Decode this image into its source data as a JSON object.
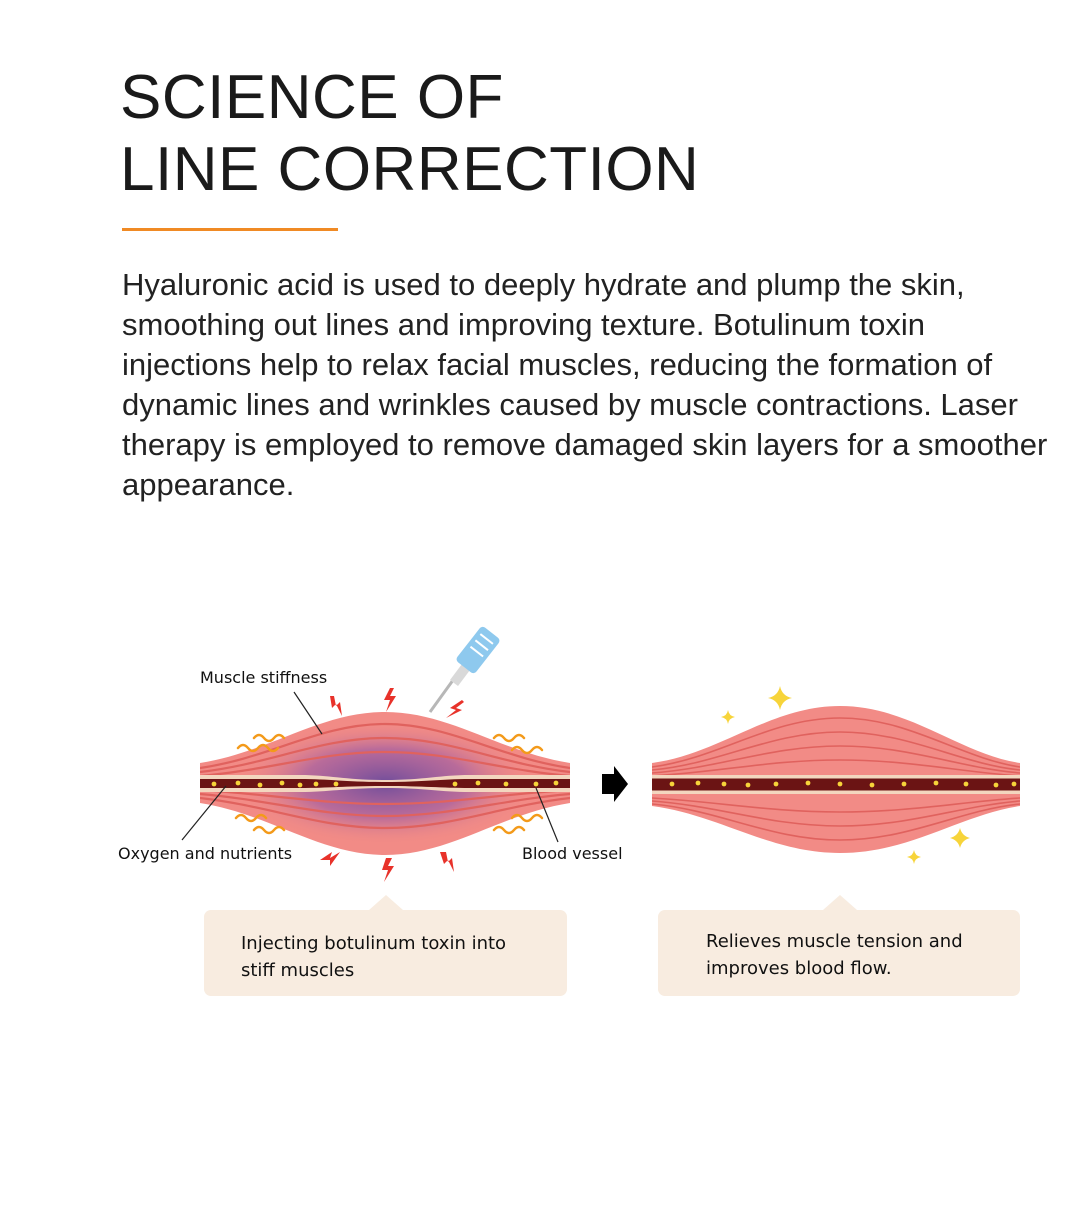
{
  "heading": {
    "line1": "SCIENCE OF",
    "line2": "LINE CORRECTION"
  },
  "body": "Hyaluronic acid is used to deeply hydrate and plump the skin, smoothing out lines and improving texture. Botulinum toxin injections help to relax facial muscles, reducing the formation of dynamic lines and wrinkles caused by muscle contractions. Laser therapy is employed to remove damaged skin layers for a smoother appearance.",
  "diagram": {
    "labels": {
      "muscle_stiffness": "Muscle stiffness",
      "oxygen_nutrients": "Oxygen and nutrients",
      "blood_vessel": "Blood vessel"
    },
    "caption_before": {
      "line1": "Injecting botulinum toxin into",
      "line2": "stiff muscles"
    },
    "caption_after": {
      "line1": "Relieves muscle tension and",
      "line2": "improves blood flow."
    }
  },
  "colors": {
    "accent": "#f08a24",
    "muscle": "#f28b86",
    "muscle_stripe": "#e0625e",
    "stiff_purple": "#6a4a9c",
    "vessel": "#6b1414",
    "caption_bg": "#f8ece0",
    "spark_red": "#e8322a",
    "spark_orange": "#f39a1a",
    "sparkle": "#f7d43a",
    "syringe": "#8ec9ee"
  }
}
